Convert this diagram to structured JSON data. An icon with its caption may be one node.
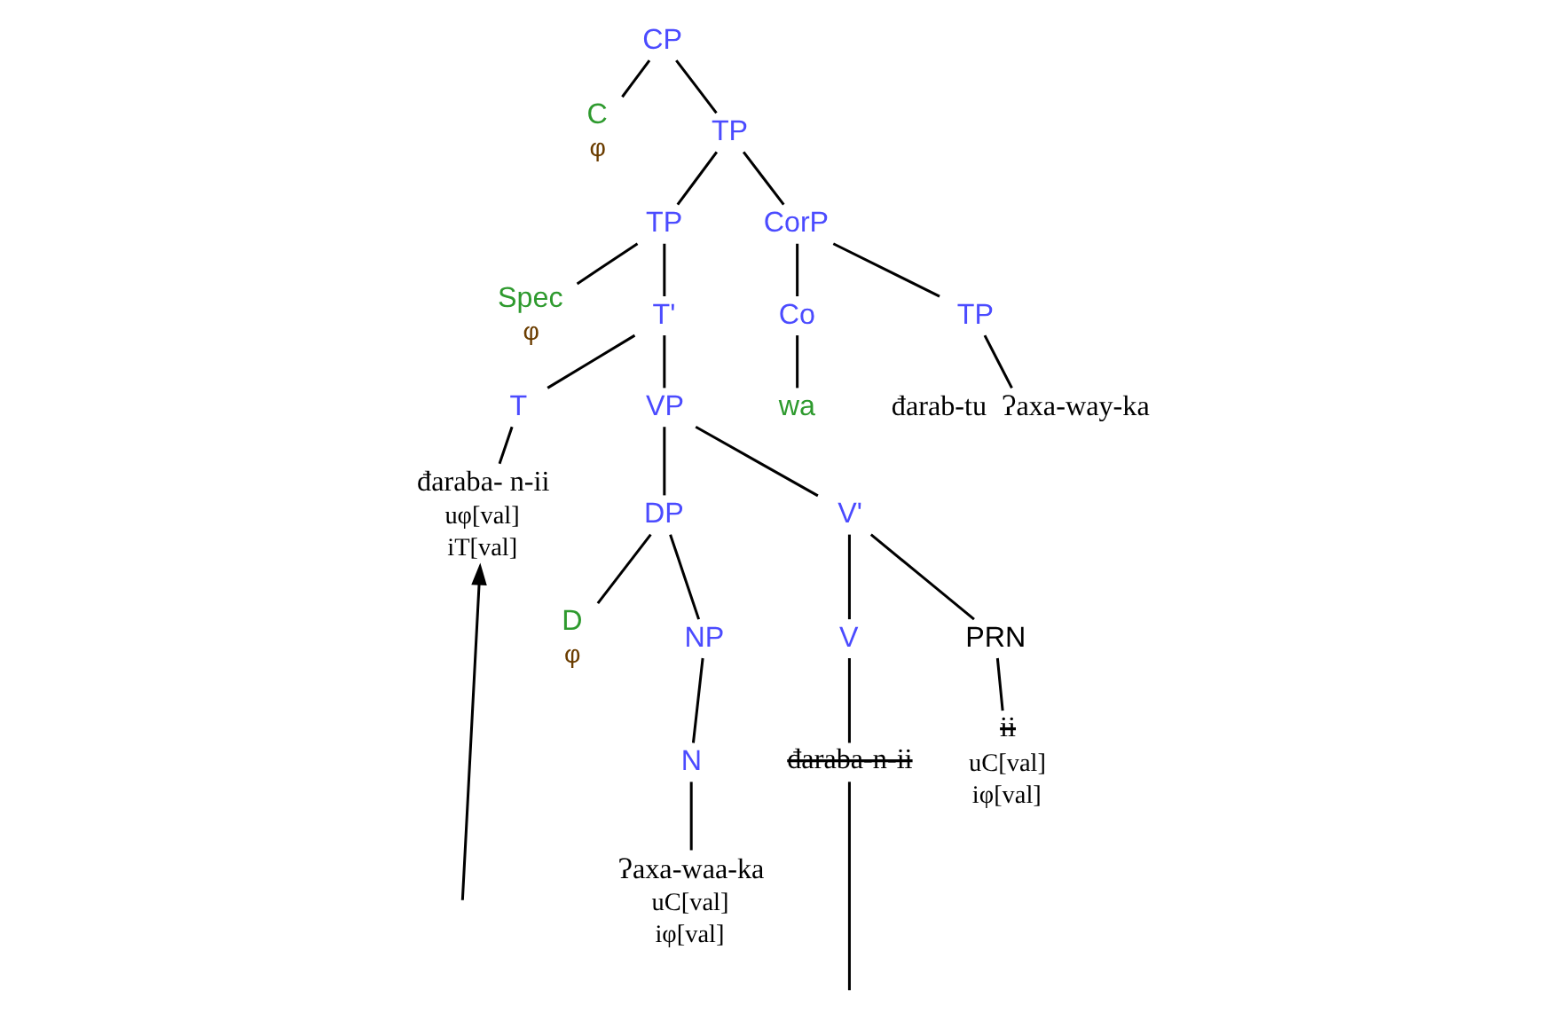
{
  "diagram": {
    "nodes": [
      {
        "text": [
          "CP"
        ]
      },
      {
        "text": [
          "C",
          "φ"
        ]
      },
      {
        "text": [
          "TP"
        ]
      },
      {
        "text": [
          "TP"
        ]
      },
      {
        "text": [
          "CorP"
        ]
      },
      {
        "text": [
          "Spec",
          "φ"
        ]
      },
      {
        "text": [
          "T'"
        ]
      },
      {
        "text": [
          "Co"
        ]
      },
      {
        "text": [
          "TP"
        ]
      },
      {
        "text": [
          "T"
        ]
      },
      {
        "text": [
          "VP"
        ]
      },
      {
        "text": [
          "wa"
        ]
      },
      {
        "text": [
          "đarab-tu  Ɂaxa-way-ka"
        ]
      },
      {
        "text": [
          "đaraba- n-ii",
          "uφ[val]",
          "iT[val]"
        ]
      },
      {
        "text": [
          "DP"
        ]
      },
      {
        "text": [
          "V'"
        ]
      },
      {
        "text": [
          "D",
          "φ"
        ]
      },
      {
        "text": [
          "NP"
        ]
      },
      {
        "text": [
          "V"
        ]
      },
      {
        "text": [
          "PRN"
        ]
      },
      {
        "text": [
          "N"
        ]
      },
      {
        "text": [
          "đaraba-n-ii"
        ]
      },
      {
        "text": [
          "ii",
          "uC[val]",
          "iφ[val]"
        ]
      },
      {
        "text": [
          "Ɂaxa-waa-ka",
          "uC[val]",
          "iφ[val]"
        ]
      }
    ],
    "edges": [
      {
        "from": 0,
        "to": 1,
        "arrow": "none"
      },
      {
        "from": 0,
        "to": 2,
        "arrow": "none"
      },
      {
        "from": 2,
        "to": 3,
        "arrow": "none"
      },
      {
        "from": 2,
        "to": 4,
        "arrow": "none"
      },
      {
        "from": 3,
        "to": 5,
        "arrow": "none"
      },
      {
        "from": 3,
        "to": 6,
        "arrow": "none"
      },
      {
        "from": 4,
        "to": 7,
        "arrow": "none"
      },
      {
        "from": 4,
        "to": 8,
        "arrow": "none"
      },
      {
        "from": 6,
        "to": 9,
        "arrow": "none"
      },
      {
        "from": 6,
        "to": 10,
        "arrow": "none"
      },
      {
        "from": 7,
        "to": 11,
        "arrow": "none"
      },
      {
        "from": 8,
        "to": 12,
        "arrow": "none"
      },
      {
        "from": 9,
        "to": 13,
        "arrow": "none"
      },
      {
        "from": 10,
        "to": 14,
        "arrow": "none"
      },
      {
        "from": 10,
        "to": 15,
        "arrow": "none"
      },
      {
        "from": 14,
        "to": 16,
        "arrow": "none"
      },
      {
        "from": 14,
        "to": 17,
        "arrow": "none"
      },
      {
        "from": 15,
        "to": 18,
        "arrow": "none"
      },
      {
        "from": 15,
        "to": 19,
        "arrow": "none"
      },
      {
        "from": 17,
        "to": 20,
        "arrow": "none"
      },
      {
        "from": 18,
        "to": 21,
        "arrow": "none"
      },
      {
        "from": 19,
        "to": 22,
        "arrow": "none"
      },
      {
        "from": 20,
        "to": 23,
        "arrow": "none"
      },
      {
        "from": null,
        "to": 13,
        "arrow": "to"
      },
      {
        "from": 21,
        "to": null,
        "arrow": "none"
      }
    ]
  }
}
